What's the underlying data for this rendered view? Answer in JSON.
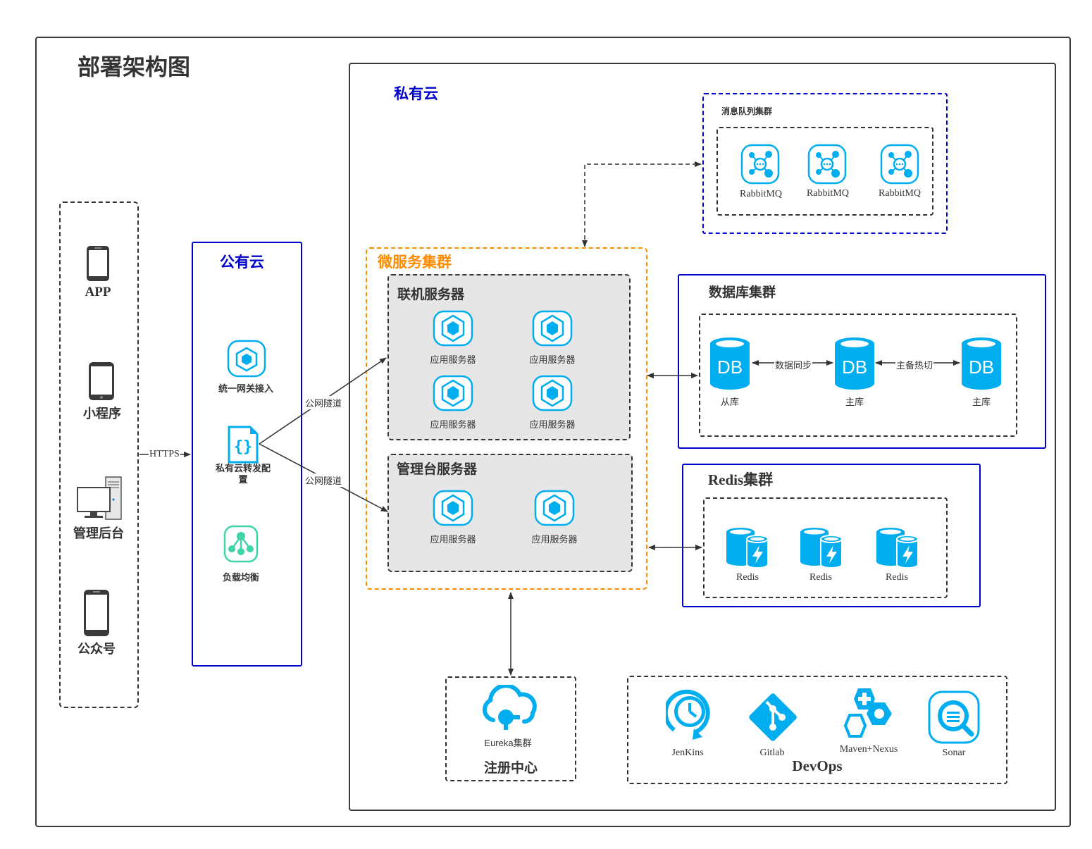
{
  "title": "部署架构图",
  "private_cloud": {
    "title": "私有云"
  },
  "clients": [
    {
      "label": "APP",
      "icon": "phone-icon"
    },
    {
      "label": "小程序",
      "icon": "phone-icon"
    },
    {
      "label": "管理后台",
      "icon": "desktop-computer-icon"
    },
    {
      "label": "公众号",
      "icon": "phone-icon"
    }
  ],
  "public_cloud": {
    "title": "公有云",
    "items": [
      {
        "label": "统一网关接入",
        "icon": "gateway-cube-icon"
      },
      {
        "label": "私有云转发配置",
        "icon": "config-file-icon"
      },
      {
        "label": "负载均衡",
        "icon": "load-balancer-icon"
      }
    ]
  },
  "edges": {
    "https": "HTTPS",
    "tunnel_top": "公网隧道",
    "tunnel_bottom": "公网隧道",
    "db_sync": "数据同步",
    "db_failover": "主备热切"
  },
  "microservice_cluster": {
    "title": "微服务集群",
    "online_servers": {
      "title": "联机服务器",
      "items": [
        "应用服务器",
        "应用服务器",
        "应用服务器",
        "应用服务器"
      ]
    },
    "admin_servers": {
      "title": "管理台服务器",
      "items": [
        "应用服务器",
        "应用服务器"
      ]
    }
  },
  "mq_cluster": {
    "title": "消息队列集群",
    "items": [
      "RabbitMQ",
      "RabbitMQ",
      "RabbitMQ"
    ]
  },
  "db_cluster": {
    "title": "数据库集群",
    "nodes": [
      {
        "text": "DB",
        "label": "从库"
      },
      {
        "text": "DB",
        "label": "主库"
      },
      {
        "text": "DB",
        "label": "主库"
      }
    ]
  },
  "redis_cluster": {
    "title": "Redis集群",
    "items": [
      "Redis",
      "Redis",
      "Redis"
    ]
  },
  "registry": {
    "title": "注册中心",
    "item": "Eureka集群"
  },
  "devops": {
    "title": "DevOps",
    "items": [
      "JenKins",
      "Gitlab",
      "Maven+Nexus",
      "Sonar"
    ]
  },
  "colors": {
    "accent": "#00aeef",
    "blue_border": "#0000cc",
    "orange": "#ff8c00",
    "panel_gray": "#e6e6e6",
    "lb_green": "#3fd3a8"
  }
}
